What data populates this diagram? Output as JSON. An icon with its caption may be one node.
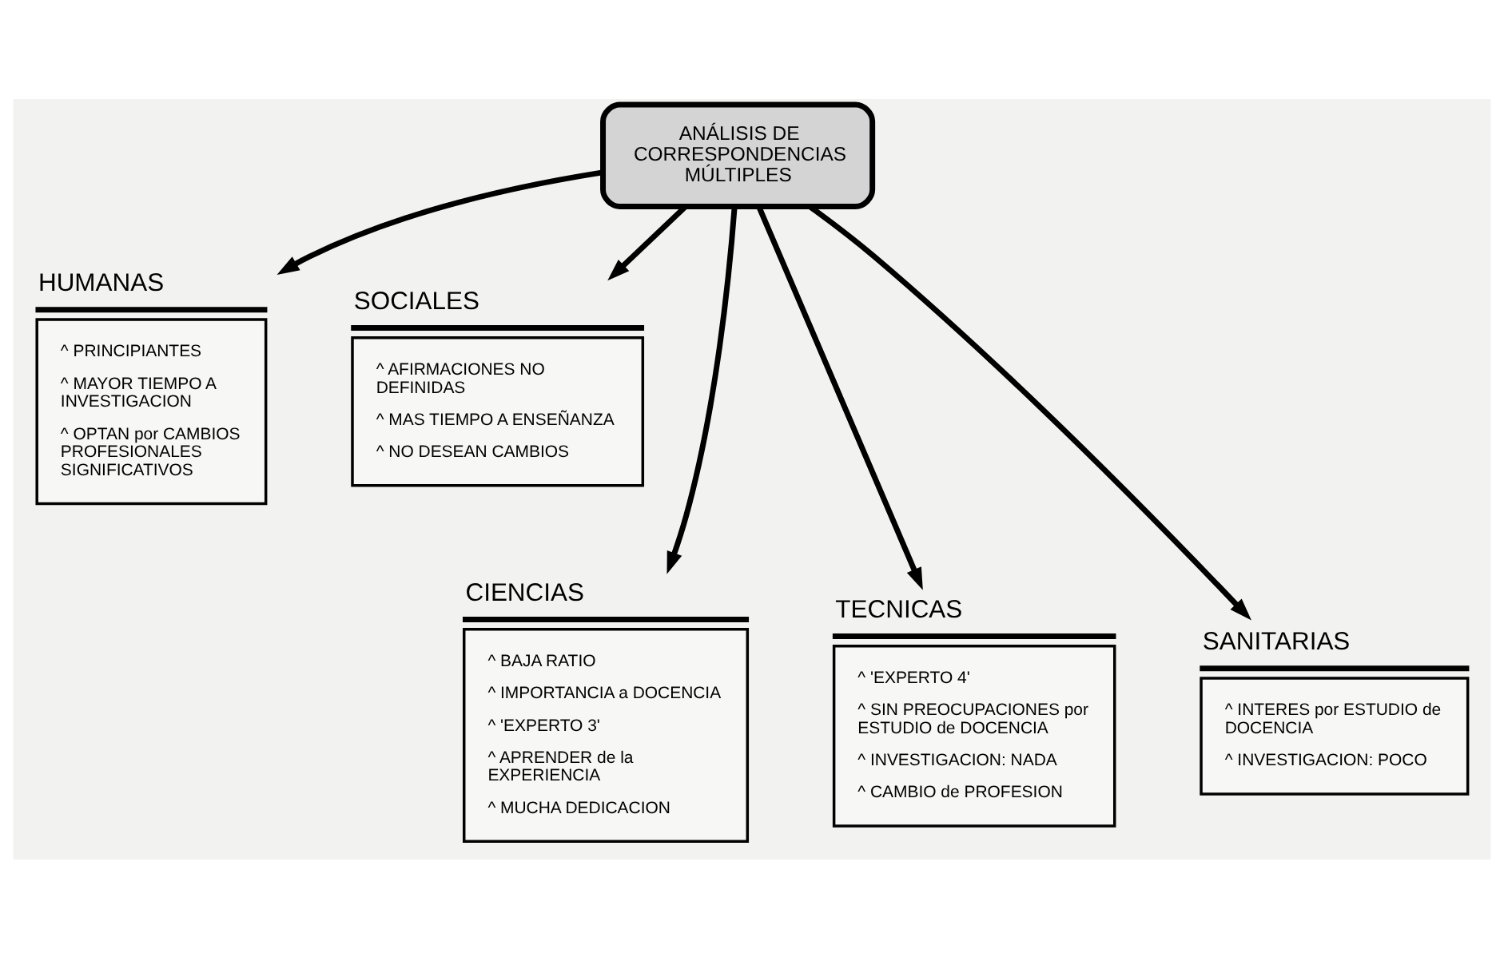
{
  "diagram": {
    "nodes": [
      {
        "text": [
          "ANÁLISIS DE CORRESPONDENCIAS MÚLTIPLES"
        ]
      },
      {
        "text": [
          "HUMANAS",
          "^ PRINCIPIANTES",
          "^ MAYOR TIEMPO A INVESTIGACION",
          "^ OPTAN por CAMBIOS PROFESIONALES SIGNIFICATIVOS"
        ]
      },
      {
        "text": [
          "SOCIALES",
          "^ AFIRMACIONES NO DEFINIDAS",
          "^ MAS TIEMPO A ENSEÑANZA",
          "^ NO DESEAN CAMBIOS"
        ]
      },
      {
        "text": [
          "CIENCIAS",
          "^ BAJA RATIO",
          "^ IMPORTANCIA a DOCENCIA",
          "^ 'EXPERTO 3'",
          "^ APRENDER de la EXPERIENCIA",
          "^ MUCHA DEDICACION"
        ]
      },
      {
        "text": [
          "TECNICAS",
          "^ 'EXPERTO 4'",
          "^ SIN PREOCUPACIONES por ESTUDIO de DOCENCIA",
          "^ INVESTIGACION: NADA",
          "^ CAMBIO de PROFESION"
        ]
      },
      {
        "text": [
          "SANITARIAS",
          "^ INTERES por ESTUDIO de DOCENCIA",
          "^ INVESTIGACION: POCO"
        ]
      }
    ],
    "edges": [
      {
        "from": 0,
        "to": 1,
        "arrow": "to"
      },
      {
        "from": 0,
        "to": 2,
        "arrow": "to"
      },
      {
        "from": 0,
        "to": 3,
        "arrow": "to"
      },
      {
        "from": 0,
        "to": 4,
        "arrow": "to"
      },
      {
        "from": 0,
        "to": 5,
        "arrow": "to"
      }
    ]
  }
}
